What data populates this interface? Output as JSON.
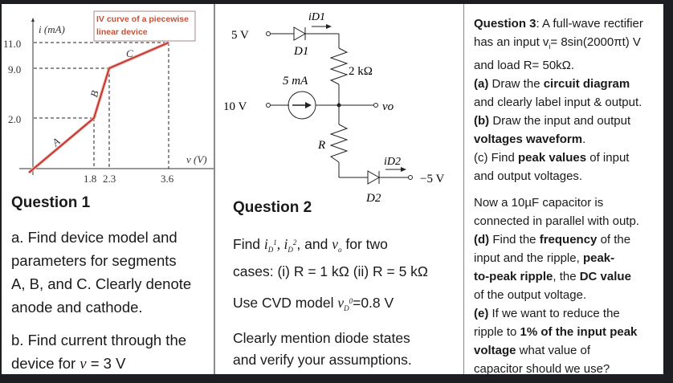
{
  "q1": {
    "chart_box_label_line1": "IV curve of a piecewise",
    "chart_box_label_line2": "linear device",
    "title": "Question 1",
    "part_a_lines": [
      "a. Find device model and",
      "parameters for segments",
      "A, B, and C. Clearly denote",
      "anode and cathode."
    ],
    "part_b_line1": "b. Find current through the",
    "part_b_line2_prefix": "device for ",
    "part_b_var": "v",
    "part_b_line2_suffix": " = 3 V"
  },
  "chart_data": {
    "type": "line",
    "title": "IV curve of a piecewise linear device",
    "xlabel": "v (V)",
    "ylabel": "i (mA)",
    "x": [
      0,
      1.8,
      2.3,
      3.6
    ],
    "series": [
      {
        "name": "device",
        "values": [
          0,
          2.0,
          9.0,
          11.0
        ]
      }
    ],
    "segments": [
      {
        "name": "A",
        "from": [
          0,
          0
        ],
        "to": [
          1.8,
          2.0
        ]
      },
      {
        "name": "B",
        "from": [
          1.8,
          2.0
        ],
        "to": [
          2.3,
          9.0
        ]
      },
      {
        "name": "C",
        "from": [
          2.3,
          9.0
        ],
        "to": [
          3.6,
          11.0
        ]
      }
    ],
    "x_ticks": [
      "1.8",
      "2.3",
      "3.6"
    ],
    "y_ticks": [
      "2.0",
      "9.0",
      "11.0"
    ],
    "grid": false,
    "line_color": "#c0392b"
  },
  "q2": {
    "circuit": {
      "v1": "5 V",
      "d1": "D1",
      "id1": "iD1",
      "r1": "2 kΩ",
      "isrc": "5 mA",
      "v2": "10 V",
      "vo": "vo",
      "r": "R",
      "id2": "iD2",
      "d2": "D2",
      "v3": "−5 V"
    },
    "title": "Question 2",
    "line1_prefix": "Find ",
    "line1_suffix": ", and ",
    "line1_end": " for two",
    "line2": "cases: (i) R = 1 kΩ (ii) R = 5 kΩ",
    "line3_prefix": "Use CVD model ",
    "line3_suffix": "=0.8 V",
    "line4": "Clearly mention diode states",
    "line5": "and verify your assumptions."
  },
  "q3": {
    "title": "Question 3",
    "intro1": ": A full-wave rectifier",
    "intro2": "has an input v",
    "intro2b": "= 8sin(2000πt) V",
    "intro3": "and load R= 50kΩ.",
    "a_label": "(a)",
    "a_text1": " Draw the ",
    "a_bold": "circuit diagram",
    "a_text2": "and clearly label input & output.",
    "b_label": "(b)",
    "b_text": "  Draw the input and output",
    "b_bold": "voltages waveform",
    "c_text1": "(c) Find ",
    "c_bold": "peak values",
    "c_text2": " of input",
    "c_text3": "and output voltages.",
    "now1": "Now a 10µF capacitor is",
    "now2": "connected in parallel with outp.",
    "d_label": "(d)",
    "d_text1": " Find the ",
    "d_bold1": "frequency",
    "d_text2": " of the",
    "d_text3": "input and the ripple, ",
    "d_bold2": "peak-",
    "d_bold3": "to-peak ripple",
    "d_text4": ", the ",
    "d_bold4": "DC value",
    "d_text5": "of the output voltage.",
    "e_label": "(e)",
    "e_text1": " If we want to reduce the",
    "e_text2": "ripple to ",
    "e_bold1": "1% of the input peak",
    "e_bold2": "voltage",
    "e_text3": " what value of",
    "e_text4": "capacitor should we use?"
  }
}
